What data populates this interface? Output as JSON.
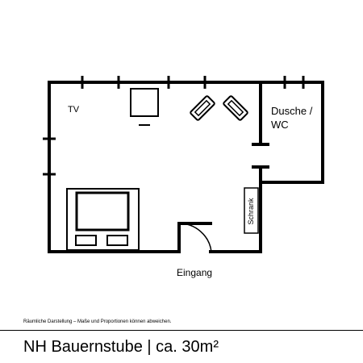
{
  "plan": {
    "labels": {
      "tv": "TV",
      "bathroom_line1": "Dusche /",
      "bathroom_line2": "WC",
      "closet": "Schrank",
      "entrance": "Eingang"
    }
  },
  "footer": {
    "disclaimer": "Räumliche Darstellung – Maße und Proportionen können abweichen.",
    "title": "NH Bauernstube | ca. 30m²"
  }
}
